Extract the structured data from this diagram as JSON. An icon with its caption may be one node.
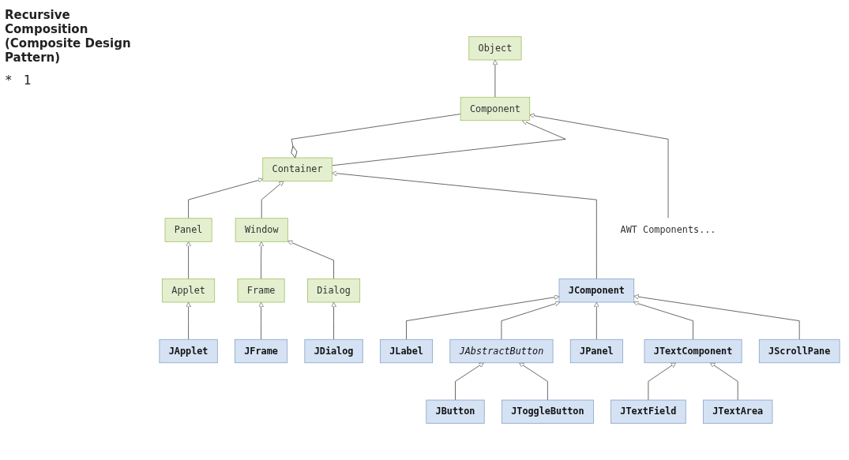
{
  "diagram": {
    "title": "Recursive Composition (Composite Design Pattern)",
    "nodes": [
      {
        "text": [
          "Object"
        ]
      },
      {
        "text": [
          "Component"
        ]
      },
      {
        "text": [
          "Container"
        ]
      },
      {
        "text": [
          "AWT Components..."
        ]
      },
      {
        "text": [
          "Panel"
        ]
      },
      {
        "text": [
          "Window"
        ]
      },
      {
        "text": [
          "JComponent"
        ]
      },
      {
        "text": [
          "Applet"
        ]
      },
      {
        "text": [
          "Frame"
        ]
      },
      {
        "text": [
          "Dialog"
        ]
      },
      {
        "text": [
          "JApplet"
        ]
      },
      {
        "text": [
          "JFrame"
        ]
      },
      {
        "text": [
          "JDialog"
        ]
      },
      {
        "text": [
          "JLabel"
        ]
      },
      {
        "text": [
          "JAbstractButton"
        ]
      },
      {
        "text": [
          "JPanel"
        ]
      },
      {
        "text": [
          "JTextComponent"
        ]
      },
      {
        "text": [
          "JScrollPane"
        ]
      },
      {
        "text": [
          "JButton"
        ]
      },
      {
        "text": [
          "JToggleButton"
        ]
      },
      {
        "text": [
          "JTextField"
        ]
      },
      {
        "text": [
          "JTextArea"
        ]
      }
    ],
    "edges": [
      {
        "from": 1,
        "to": 0,
        "arrow": "to"
      },
      {
        "from": 2,
        "to": 1,
        "arrow": "other"
      },
      {
        "from": 2,
        "to": 1,
        "arrow": "to"
      },
      {
        "from": 3,
        "to": 1,
        "arrow": "to"
      },
      {
        "from": 4,
        "to": 2,
        "arrow": "to"
      },
      {
        "from": 5,
        "to": 2,
        "arrow": "to"
      },
      {
        "from": 6,
        "to": 2,
        "arrow": "to"
      },
      {
        "from": 7,
        "to": 4,
        "arrow": "to"
      },
      {
        "from": 8,
        "to": 5,
        "arrow": "to"
      },
      {
        "from": 9,
        "to": 5,
        "arrow": "to"
      },
      {
        "from": 10,
        "to": 7,
        "arrow": "to"
      },
      {
        "from": 11,
        "to": 8,
        "arrow": "to"
      },
      {
        "from": 12,
        "to": 9,
        "arrow": "to"
      },
      {
        "from": 13,
        "to": 6,
        "arrow": "to"
      },
      {
        "from": 14,
        "to": 6,
        "arrow": "to"
      },
      {
        "from": 15,
        "to": 6,
        "arrow": "to"
      },
      {
        "from": 16,
        "to": 6,
        "arrow": "to"
      },
      {
        "from": 17,
        "to": 6,
        "arrow": "to"
      },
      {
        "from": 18,
        "to": 14,
        "arrow": "to"
      },
      {
        "from": 19,
        "to": 14,
        "arrow": "to"
      },
      {
        "from": 20,
        "to": 16,
        "arrow": "to"
      },
      {
        "from": 21,
        "to": 16,
        "arrow": "to"
      }
    ],
    "labels": [
      "*",
      "1"
    ]
  }
}
